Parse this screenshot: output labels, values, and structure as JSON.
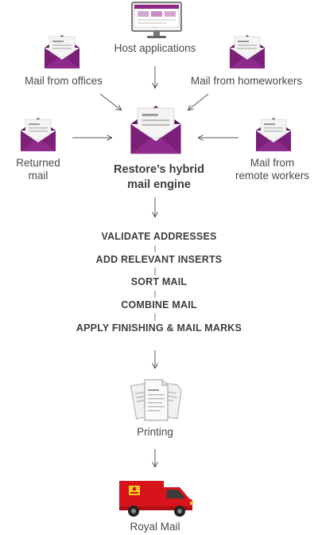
{
  "sources": {
    "host": "Host applications",
    "offices": "Mail from offices",
    "homeworkers": "Mail from homeworkers",
    "returned": "Returned\nmail",
    "remote": "Mail from\nremote workers"
  },
  "engine": {
    "line1": "Restore’s hybrid",
    "line2": "mail engine"
  },
  "steps": [
    "VALIDATE ADDRESSES",
    "ADD RELEVANT INSERTS",
    "SORT MAIL",
    "COMBINE MAIL",
    "APPLY FINISHING & MAIL MARKS"
  ],
  "printing": "Printing",
  "royal_mail": "Royal Mail",
  "colors": {
    "envelope": "#7b1f78",
    "envelope_dark": "#5a1259",
    "van": "#d7141b",
    "arrow": "#555555"
  }
}
